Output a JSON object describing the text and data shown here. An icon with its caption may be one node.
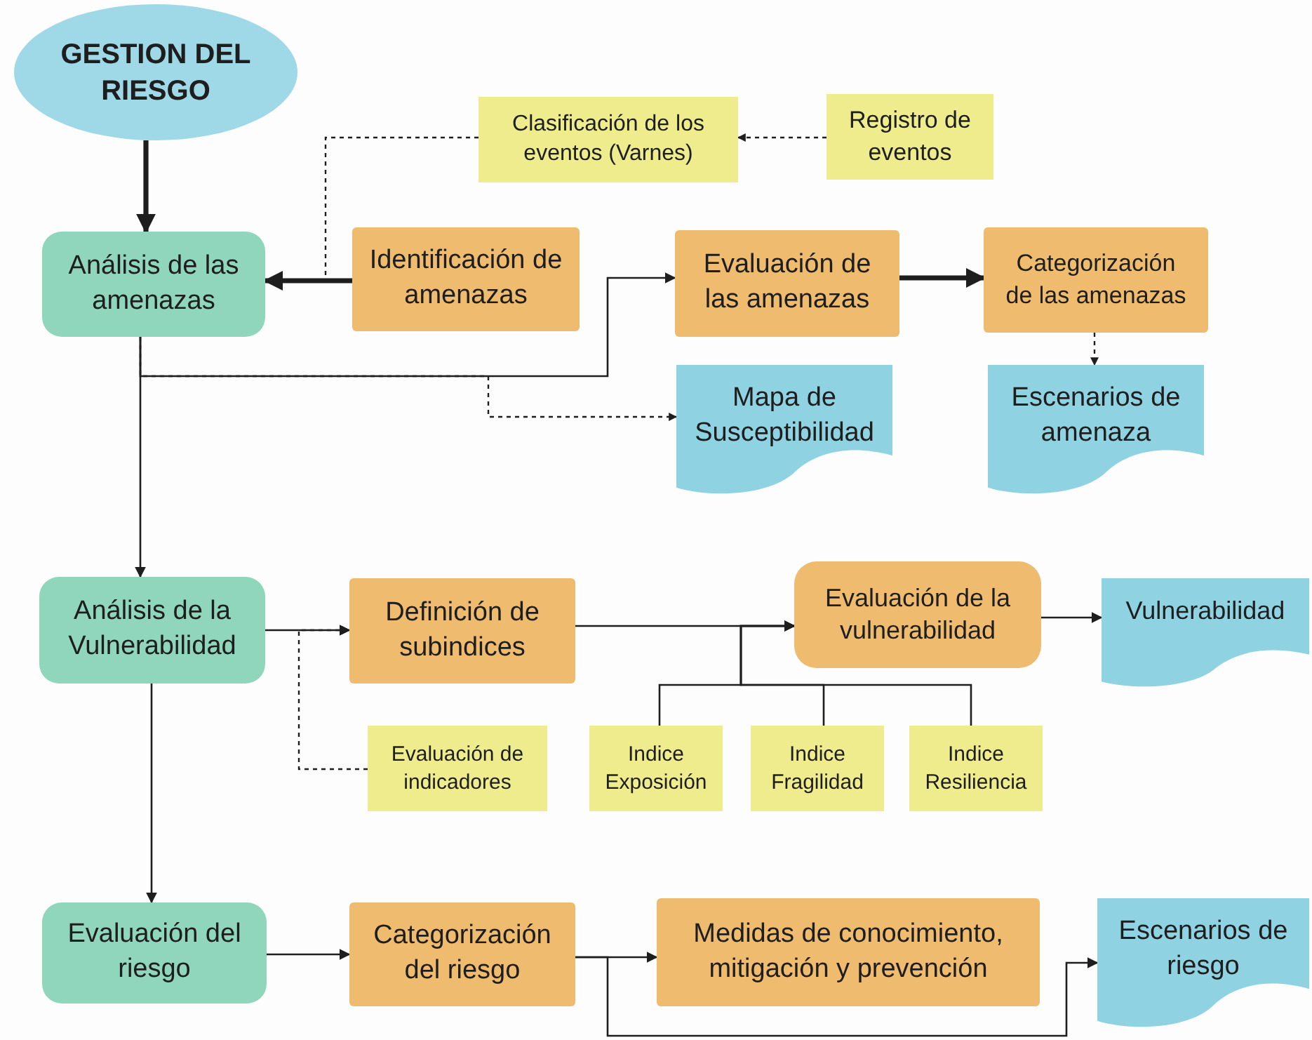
{
  "diagram": {
    "nodes": [
      {
        "text": [
          "GESTION DEL RIESGO"
        ]
      },
      {
        "text": [
          "Clasificación de los eventos (Varnes)"
        ]
      },
      {
        "text": [
          "Registro de eventos"
        ]
      },
      {
        "text": [
          "Análisis de las amenazas"
        ]
      },
      {
        "text": [
          "Identificación de amenazas"
        ]
      },
      {
        "text": [
          "Evaluación de las amenazas"
        ]
      },
      {
        "text": [
          "Categorización de las amenazas"
        ]
      },
      {
        "text": [
          "Mapa de Susceptibilidad"
        ]
      },
      {
        "text": [
          "Escenarios de amenaza"
        ]
      },
      {
        "text": [
          "Análisis de la Vulnerabilidad"
        ]
      },
      {
        "text": [
          "Definición de subindices"
        ]
      },
      {
        "text": [
          "Evaluación de la vulnerabilidad"
        ]
      },
      {
        "text": [
          "Vulnerabilidad"
        ]
      },
      {
        "text": [
          "Evaluación de indicadores"
        ]
      },
      {
        "text": [
          "Indice Exposición"
        ]
      },
      {
        "text": [
          "Indice Fragilidad"
        ]
      },
      {
        "text": [
          "Indice Resiliencia"
        ]
      },
      {
        "text": [
          "Evaluación del riesgo"
        ]
      },
      {
        "text": [
          "Categorización del riesgo"
        ]
      },
      {
        "text": [
          "Medidas de conocimiento, mitigación y prevención"
        ]
      },
      {
        "text": [
          "Escenarios de riesgo"
        ]
      }
    ],
    "edges": [
      {
        "from": 0,
        "to": 3,
        "arrow": "to",
        "style": "thick"
      },
      {
        "from": 2,
        "to": 1,
        "arrow": "to",
        "style": "dashed"
      },
      {
        "from": 1,
        "to": 3,
        "arrow": "to",
        "style": "dashed"
      },
      {
        "from": 4,
        "to": 3,
        "arrow": "to",
        "style": "thick"
      },
      {
        "from": 3,
        "to": 5,
        "arrow": "to"
      },
      {
        "from": 3,
        "to": 7,
        "arrow": "to",
        "style": "dashed"
      },
      {
        "from": 5,
        "to": 6,
        "arrow": "to",
        "style": "thick"
      },
      {
        "from": 6,
        "to": 8,
        "arrow": "to",
        "style": "dashed"
      },
      {
        "from": 3,
        "to": 9,
        "arrow": "to"
      },
      {
        "from": 9,
        "to": 10,
        "arrow": "to"
      },
      {
        "from": 13,
        "to": 10,
        "arrow": "to",
        "style": "dashed"
      },
      {
        "from": 10,
        "to": 11,
        "arrow": "to"
      },
      {
        "from": 14,
        "to": 11,
        "arrow": "to"
      },
      {
        "from": 15,
        "to": 11,
        "arrow": "to"
      },
      {
        "from": 16,
        "to": 11,
        "arrow": "to"
      },
      {
        "from": 11,
        "to": 12,
        "arrow": "to"
      },
      {
        "from": 9,
        "to": 17,
        "arrow": "to"
      },
      {
        "from": 17,
        "to": 18,
        "arrow": "to"
      },
      {
        "from": 18,
        "to": 19,
        "arrow": "to"
      },
      {
        "from": 18,
        "to": 20,
        "arrow": "to"
      }
    ]
  }
}
